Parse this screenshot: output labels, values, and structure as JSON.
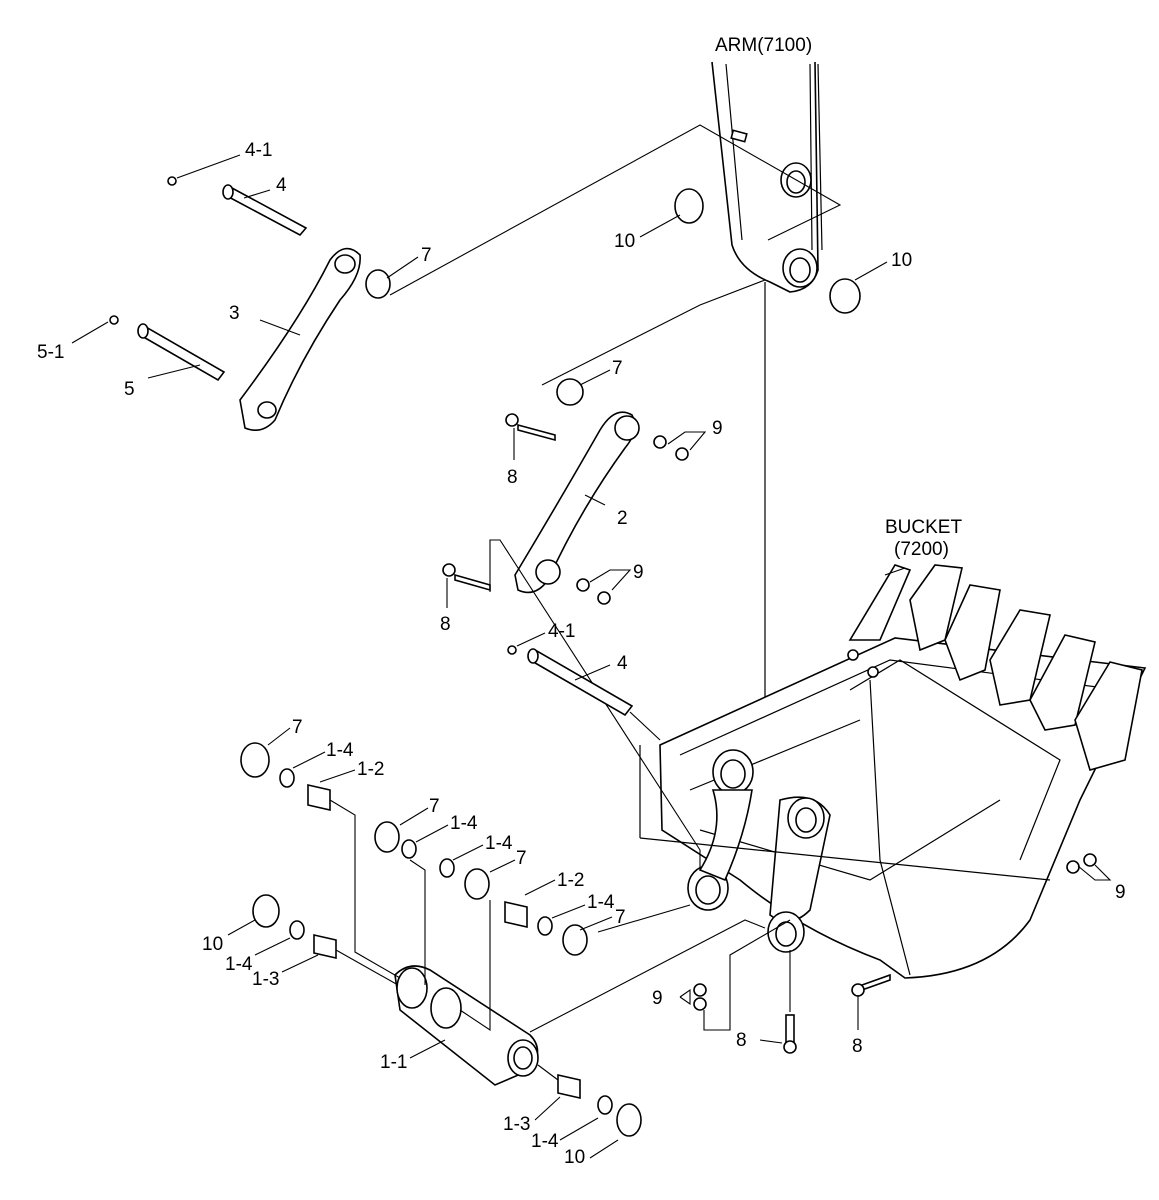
{
  "diagram": {
    "labels": {
      "arm": "ARM(7100)",
      "bucket_line1": "BUCKET",
      "bucket_line2": "(7200)",
      "p4_1_a": "4-1",
      "p4_a": "4",
      "p3": "3",
      "p5_1": "5-1",
      "p5": "5",
      "p7_a": "7",
      "p10_a": "10",
      "p10_b": "10",
      "p7_b": "7",
      "p9_a": "9",
      "p8_a": "8",
      "p2": "2",
      "p9_b": "9",
      "p8_b": "8",
      "p4_1_b": "4-1",
      "p4_b": "4",
      "p7_c": "7",
      "p1_4_a": "1-4",
      "p1_2_a": "1-2",
      "p7_d": "7",
      "p1_4_b": "1-4",
      "p1_4_c": "1-4",
      "p7_e": "7",
      "p1_2_b": "1-2",
      "p1_4_d": "1-4",
      "p7_f": "7",
      "p10_c": "10",
      "p1_4_e": "1-4",
      "p1_3_a": "1-3",
      "p9_c": "9",
      "p9_d": "9",
      "p8_c": "8",
      "p8_d": "8",
      "p1_1": "1-1",
      "p1_3_b": "1-3",
      "p1_4_f": "1-4",
      "p10_d": "10"
    }
  }
}
